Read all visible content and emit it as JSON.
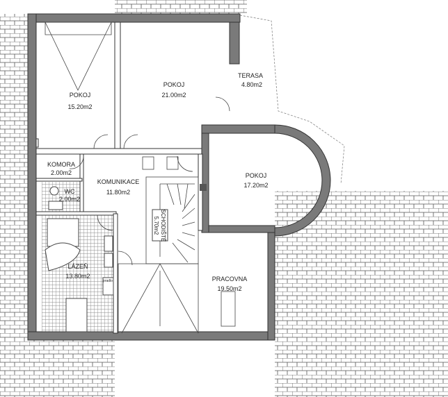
{
  "rooms": [
    {
      "id": "pokoj1",
      "name": "POKOJ",
      "area": "15.20m2"
    },
    {
      "id": "pokoj2",
      "name": "POKOJ",
      "area": "21.00m2"
    },
    {
      "id": "terasa",
      "name": "TERASA",
      "area": "4.80m2"
    },
    {
      "id": "komora",
      "name": "KOMORA",
      "area": "2.00m2"
    },
    {
      "id": "wc",
      "name": "WC",
      "area": "2.00m2"
    },
    {
      "id": "komunikace",
      "name": "KOMUNIKACE",
      "area": "11.80m2"
    },
    {
      "id": "schodiste",
      "name": "SCHODIŠTĚ",
      "area": "5.70m2"
    },
    {
      "id": "pokoj3",
      "name": "POKOJ",
      "area": "17.20m2"
    },
    {
      "id": "lazen",
      "name": "LÁZEŇ",
      "area": "13.80m2"
    },
    {
      "id": "pracovna",
      "name": "PRACOVNA",
      "area": "19.50m2"
    }
  ],
  "fixtures": {
    "laundry_label": "pradlo"
  },
  "colors": {
    "wall": "#7a7a7a",
    "roof_lines": "#555555",
    "tile_grid": "#9a9a9a"
  }
}
